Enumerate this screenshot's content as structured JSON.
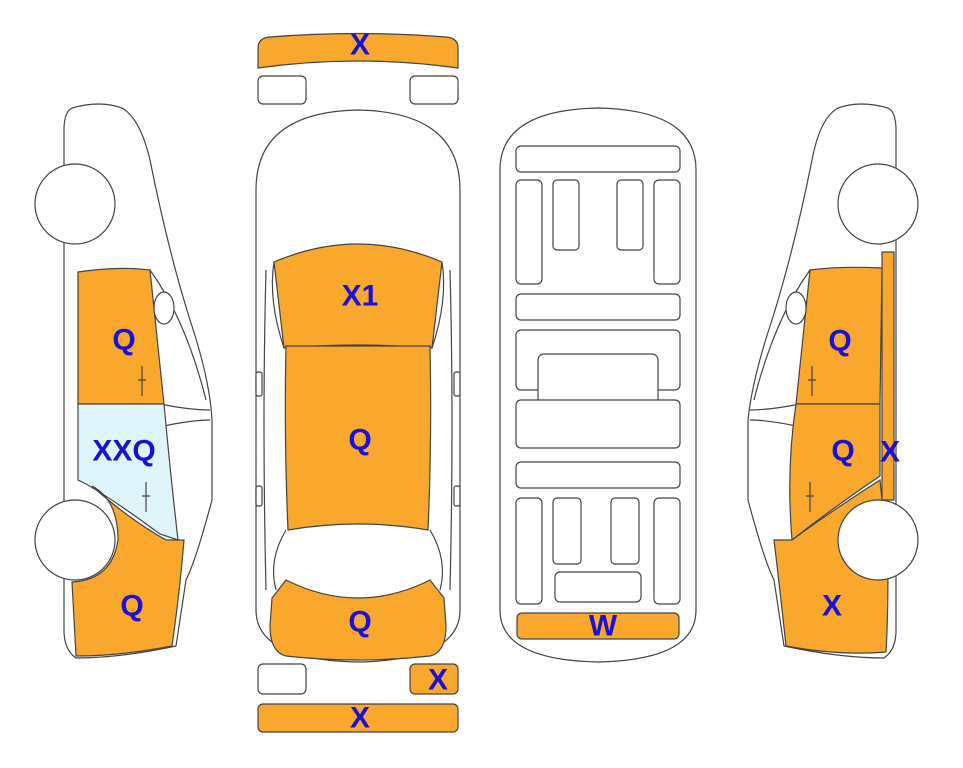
{
  "colors": {
    "damaged": "#f9a72d",
    "glass_damaged": "#dff4fb",
    "outline": "#444444",
    "code_text": "#1a10d6"
  },
  "codes": {
    "front_bumper": "X",
    "hood": "X1",
    "roof": "Q",
    "trunk_lid": "Q",
    "underbody_rear": "W",
    "rear_lamp_right": "X",
    "rear_bumper": "X",
    "left_front_door": "Q",
    "left_rear_door_glass": "XXQ",
    "left_rear_quarter": "Q",
    "right_front_door": "Q",
    "right_rear_door": "Q",
    "right_pillar": "X",
    "right_rear_quarter": "X"
  }
}
